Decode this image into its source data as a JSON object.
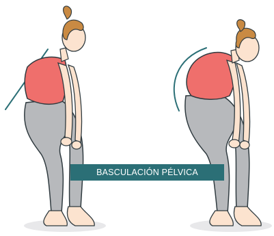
{
  "banner": {
    "label": "BASCULACIÓN PÉLVICA"
  },
  "figures": [
    {
      "name": "straight-back-posture"
    },
    {
      "name": "rounded-back-posture"
    }
  ],
  "colors": {
    "banner": "#2b6f76",
    "top": "#ef6f6c",
    "leggings": "#b7b9bc",
    "skin": "#fce3cf",
    "hair": "#c98a43",
    "outline": "#2f3a3f",
    "guide_line": "#2b6f76"
  }
}
